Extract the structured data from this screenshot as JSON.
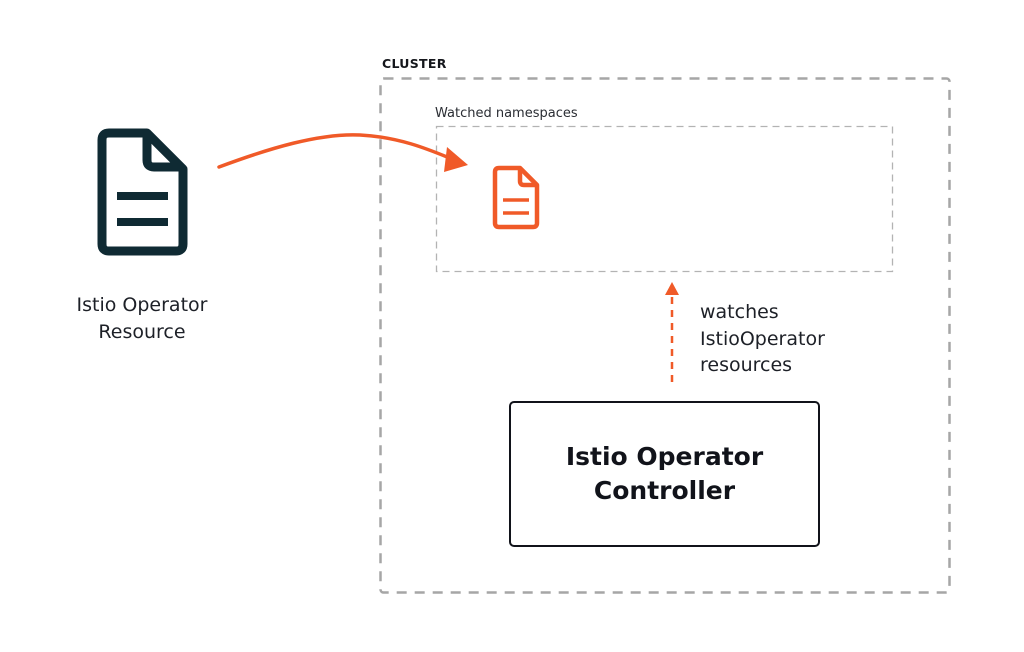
{
  "colors": {
    "accent": "#f05a28",
    "dark_icon": "#0f2a33",
    "dashed_border": "#a6a6a6",
    "text": "#15171c"
  },
  "resource": {
    "icon": "document-icon",
    "label_line1": "Istio Operator",
    "label_line2": "Resource"
  },
  "cluster": {
    "label": "CLUSTER",
    "namespaces": {
      "label": "Watched namespaces",
      "icon": "document-icon"
    },
    "watch_edge": {
      "line1": "watches",
      "line2": "IstioOperator",
      "line3": "resources"
    },
    "controller": {
      "line1": "Istio Operator",
      "line2": "Controller"
    }
  }
}
